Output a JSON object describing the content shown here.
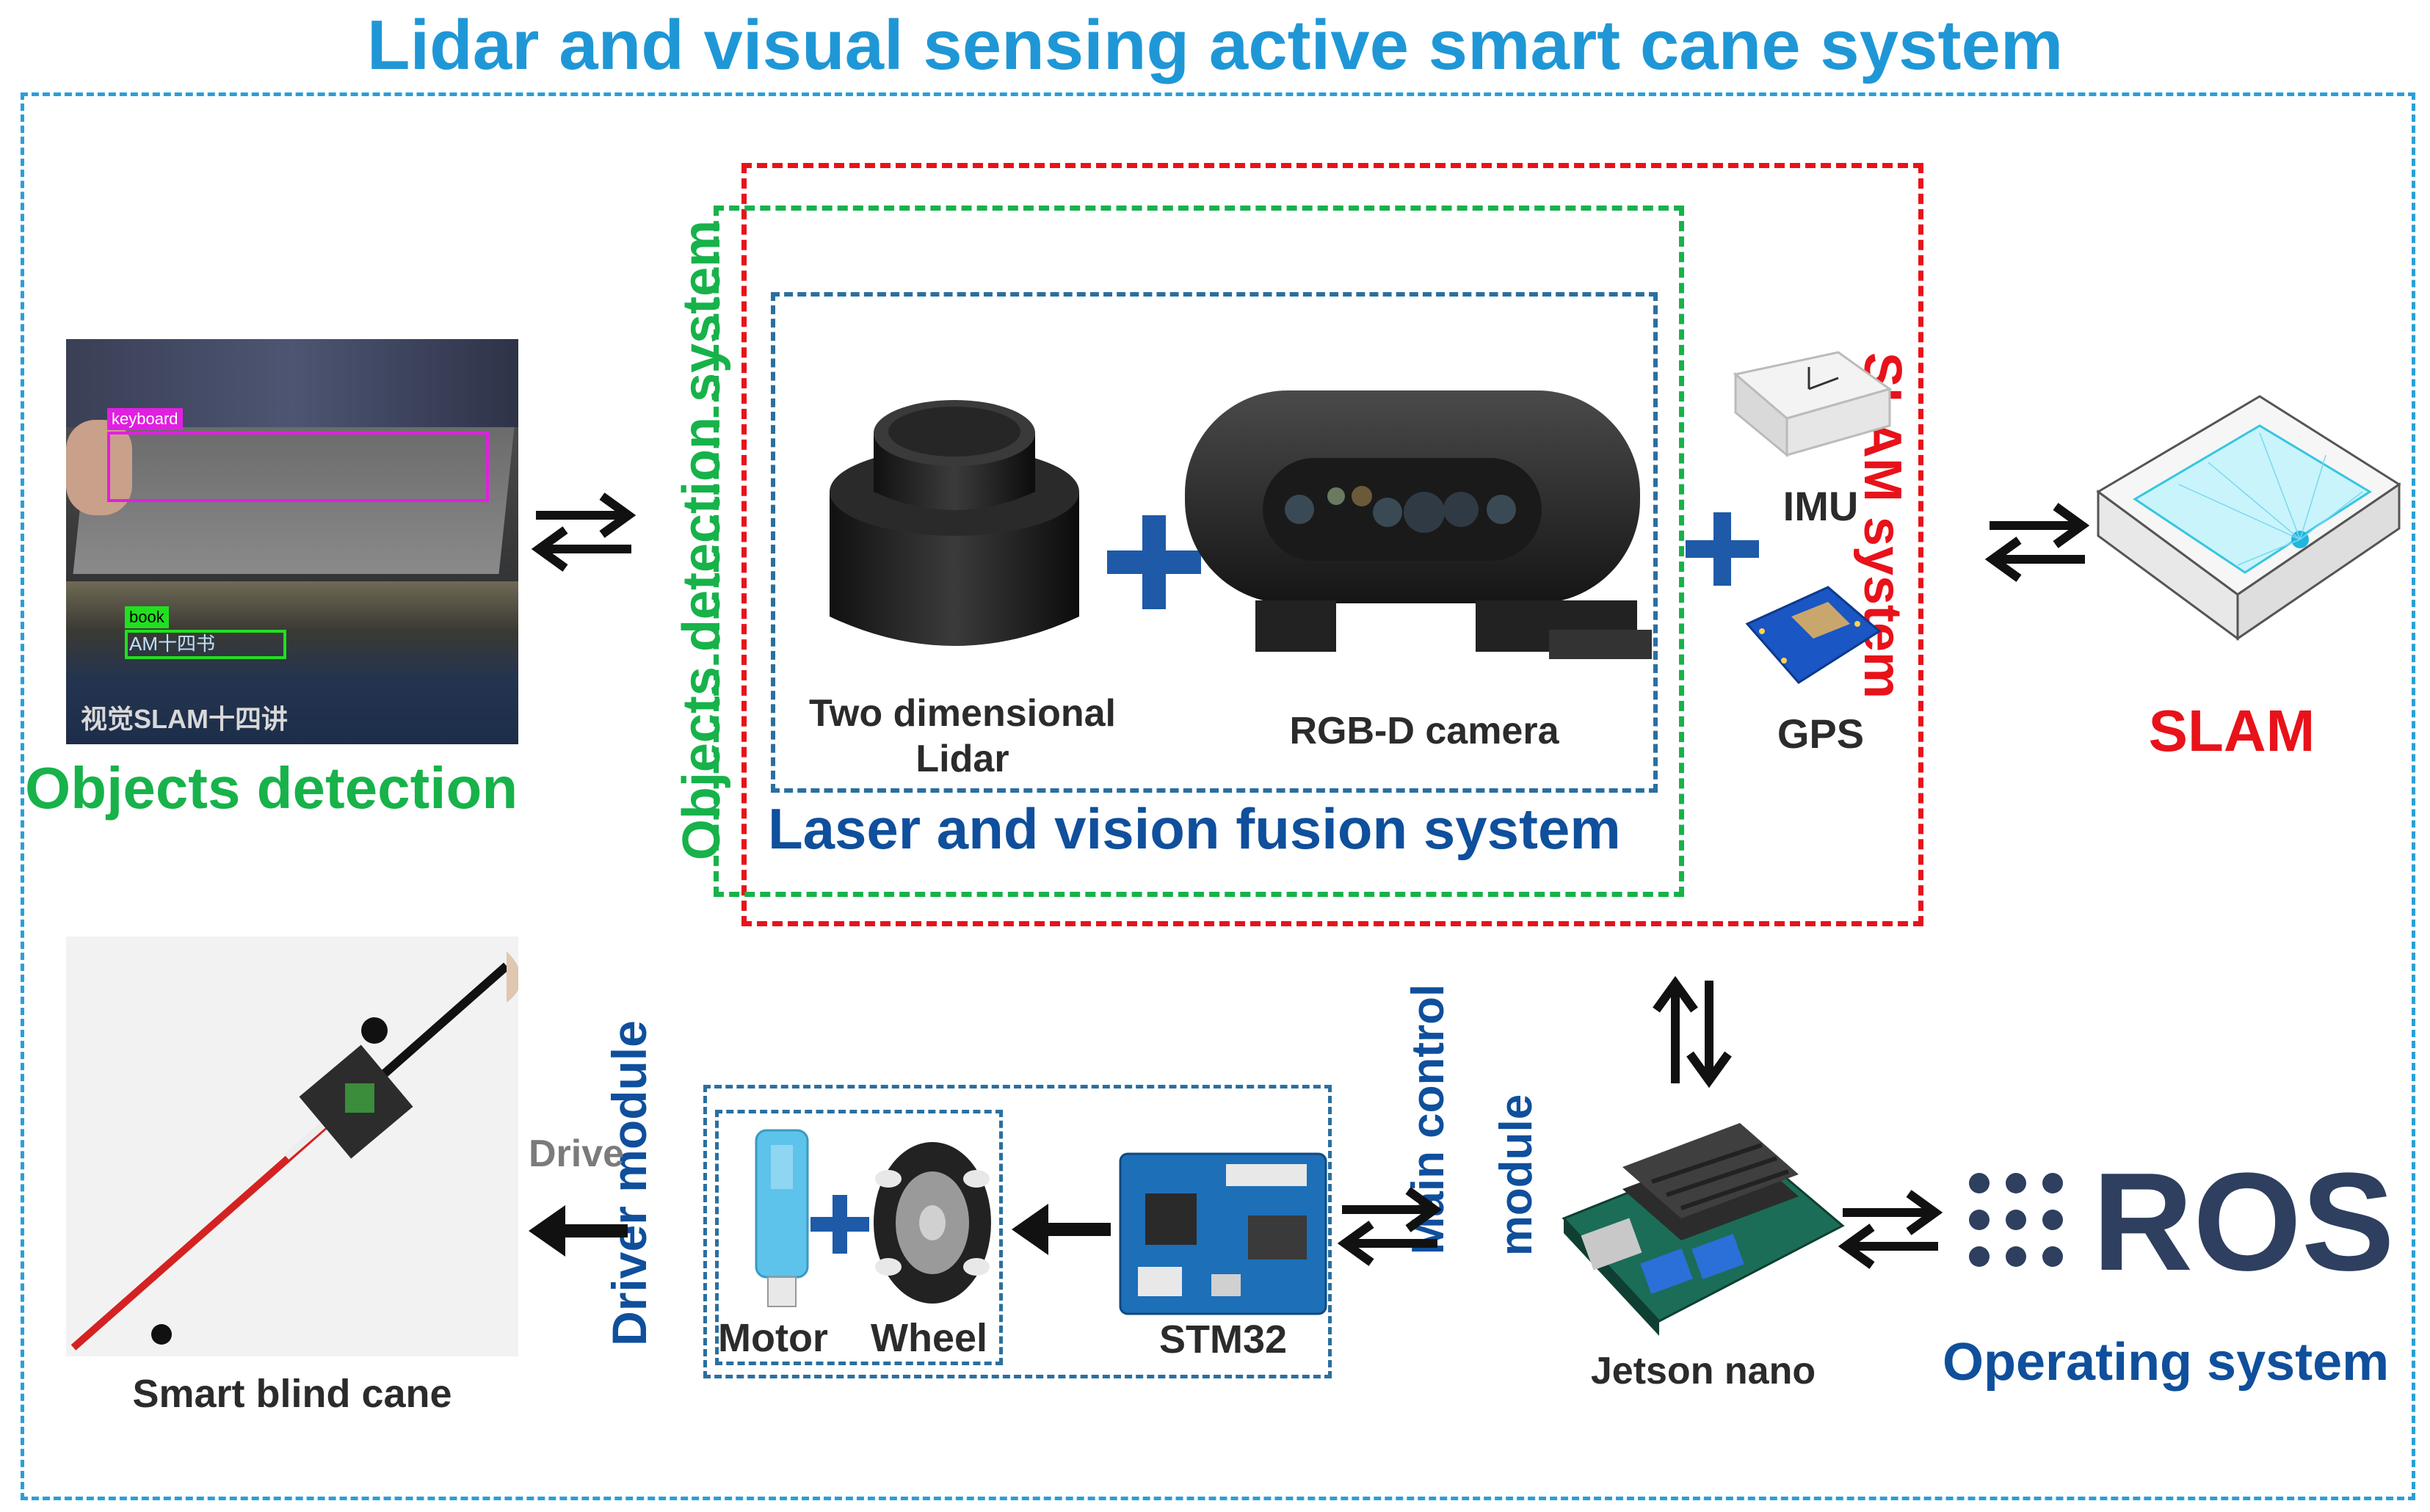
{
  "title": "Lidar and visual sensing active smart cane system",
  "colors": {
    "outer_blue": "#2a9fd8",
    "title_blue": "#1f97d6",
    "green": "#17b24a",
    "red": "#e8121a",
    "dark_blue": "#0f4f9c",
    "teal_dash": "#2a6fa0",
    "gray": "#7b7b7b",
    "black": "#222222"
  },
  "objects_detection": {
    "caption": "Objects detection",
    "tags": {
      "keyboard": "keyboard",
      "book": "book"
    },
    "photo_texts": {
      "book_text": "AM十四书",
      "spine_text": "视觉SLAM十四讲"
    }
  },
  "objects_detection_system": {
    "label": "Objects detection system"
  },
  "slam_system": {
    "label": "SLAM system"
  },
  "fusion_system": {
    "label": "Laser and vision fusion system",
    "lidar_label_line1": "Two dimensional",
    "lidar_label_line2": "Lidar",
    "camera_label": "RGB-D camera"
  },
  "sensors": {
    "imu": "IMU",
    "gps": "GPS"
  },
  "slam": {
    "label": "SLAM"
  },
  "main_control": {
    "label_line1": "Main control",
    "label_line2": "module",
    "board": "Jetson nano"
  },
  "ros": {
    "logo_text": "ROS",
    "caption": "Operating system"
  },
  "driver_module": {
    "label": "Driver module",
    "motor": "Motor",
    "wheel": "Wheel",
    "mcu": "STM32"
  },
  "cane": {
    "drive_label": "Drive",
    "caption": "Smart blind cane"
  },
  "icons": [
    "bidirectional-arrow-icon",
    "plus-icon",
    "left-arrow-icon",
    "ros-dots-icon"
  ]
}
